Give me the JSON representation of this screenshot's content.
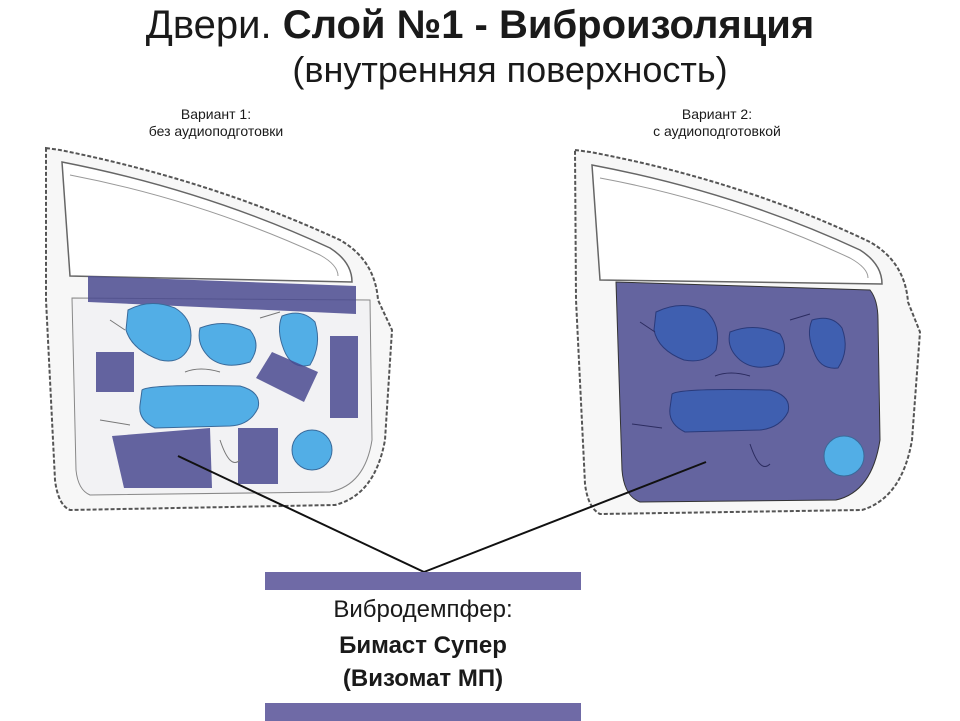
{
  "title": {
    "part1": "Двери. ",
    "part2_bold": "Слой №1 - Виброизоляция",
    "subtitle": "(внутренняя поверхность)"
  },
  "variants": [
    {
      "line1": "Вариант 1:",
      "line2": "без аудиоподготовки"
    },
    {
      "line1": "Вариант 2:",
      "line2": "с аудиоподготовкой"
    }
  ],
  "legend": {
    "title": "Вибродемпфер:",
    "material_1": "Бимаст Супер",
    "material_2": "(Визомат МП)",
    "color": "#6f6aa6"
  },
  "colors": {
    "damper_fill": "#4a4a8f",
    "opening_fill": "#52aee6",
    "door_outline": "#555555"
  }
}
